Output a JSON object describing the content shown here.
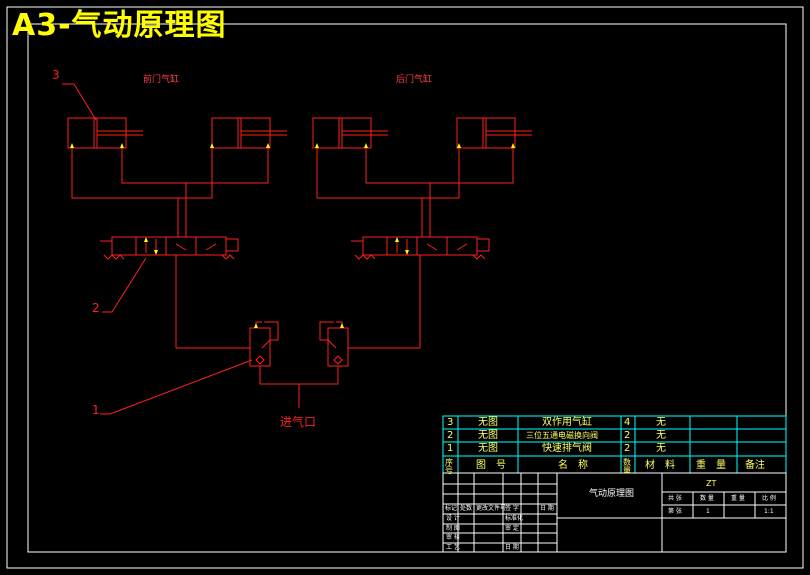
{
  "title": "A3-气动原理图",
  "labels": {
    "front_cylinder": "前门气缸",
    "rear_cylinder": "后门气缸",
    "air_inlet": "进气口",
    "callout_1": "1",
    "callout_2": "2",
    "callout_3": "3"
  },
  "bom": {
    "rows": [
      {
        "no": "3",
        "drawing": "无图",
        "name": "双作用气缸",
        "qty": "4",
        "material": "无"
      },
      {
        "no": "2",
        "drawing": "无图",
        "name": "三位五通电磁换向阀",
        "qty": "2",
        "material": "无"
      },
      {
        "no": "1",
        "drawing": "无图",
        "name": "快速排气阀",
        "qty": "2",
        "material": "无"
      }
    ],
    "header": {
      "no": "序号",
      "drawing": "图　号",
      "name": "名　称",
      "qty": "数量",
      "material": "材　料",
      "weight": "重　量",
      "remark": "备注"
    }
  },
  "titleblock": {
    "drawing_name": "气动原理图",
    "code": "ZT",
    "scale_value": "1:1",
    "sheet_value": "1",
    "col_labels": [
      "共 张",
      "数 量",
      "重 量",
      "比 例"
    ],
    "row2_labels": [
      "第 张",
      "1",
      "",
      "1:1"
    ],
    "left_rows": [
      [
        "标记",
        "处数",
        "更改文件号",
        "签 字",
        "日 期"
      ],
      [
        "设 计",
        "",
        "标准化",
        "",
        ""
      ],
      [
        "制 图",
        "",
        "审 定",
        "",
        ""
      ],
      [
        "审 核",
        "",
        "",
        "",
        ""
      ],
      [
        "工 艺",
        "",
        "日 期",
        "",
        ""
      ]
    ]
  },
  "colors": {
    "frame": "#ffffff",
    "table": "#00ffff",
    "pipe": "#ff2020",
    "arrow": "#ffff00",
    "title": "#ffff00"
  }
}
